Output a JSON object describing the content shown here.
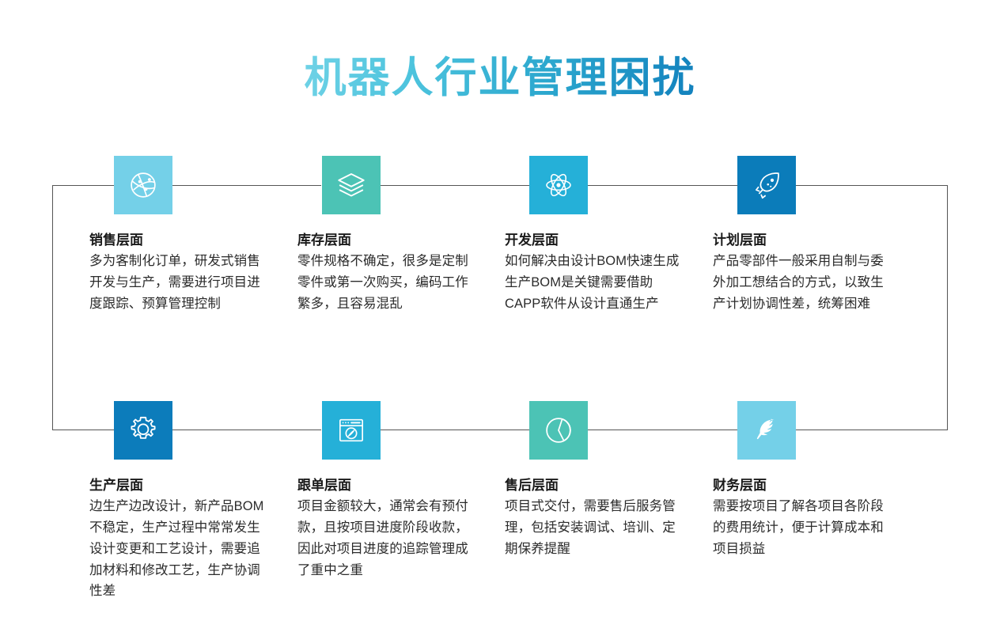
{
  "page": {
    "title": "机器人行业管理困扰",
    "title_gradient_from": "#6fd2e6",
    "title_gradient_to": "#1281bd",
    "background": "#ffffff",
    "connector_color": "#555555"
  },
  "cards": [
    {
      "id": "sales",
      "icon": "globe-network-icon",
      "icon_bg": "#74d0e8",
      "title": "销售层面",
      "body": "多为客制化订单，研发式销售开发与生产，需要进行项目进度跟踪、预算管理控制",
      "row": 1,
      "col": 1
    },
    {
      "id": "inventory",
      "icon": "layers-stack-icon",
      "icon_bg": "#4cc3b5",
      "title": "库存层面",
      "body": "零件规格不确定，很多是定制零件或第一次购买，编码工作繁多，且容易混乱",
      "row": 1,
      "col": 2
    },
    {
      "id": "development",
      "icon": "atom-icon",
      "icon_bg": "#25b0d8",
      "title": "开发层面",
      "body": "如何解决由设计BOM快速生成生产BOM是关键需要借助CAPP软件从设计直通生产",
      "row": 1,
      "col": 3
    },
    {
      "id": "planning",
      "icon": "rocket-icon",
      "icon_bg": "#0b7cba",
      "title": "计划层面",
      "body": "产品零部件一般采用自制与委外加工想结合的方式，以致生产计划协调性差，统筹困难",
      "row": 1,
      "col": 4
    },
    {
      "id": "production",
      "icon": "gear-icon",
      "icon_bg": "#0c7cbb",
      "title": "生产层面",
      "body": "边生产边改设计，新产品BOM不稳定，生产过程中常常发生设计变更和工艺设计，需要追加材料和修改工艺，生产协调性差",
      "row": 2,
      "col": 1
    },
    {
      "id": "order-tracking",
      "icon": "browser-compass-icon",
      "icon_bg": "#25b0d8",
      "title": "跟单层面",
      "body": "项目金额较大，通常会有预付款，且按项目进度阶段收款，因此对项目进度的追踪管理成了重中之重",
      "row": 2,
      "col": 2
    },
    {
      "id": "after-sales",
      "icon": "pie-chart-icon",
      "icon_bg": "#4cc3b5",
      "title": "售后层面",
      "body": "项目式交付，需要售后服务管理，包括安装调试、培训、定期保养提醒",
      "row": 2,
      "col": 3
    },
    {
      "id": "finance",
      "icon": "feather-icon",
      "icon_bg": "#74d0e8",
      "title": "财务层面",
      "body": "需要按项目了解各项目各阶段的费用统计，便于计算成本和项目损益",
      "row": 2,
      "col": 4
    }
  ]
}
